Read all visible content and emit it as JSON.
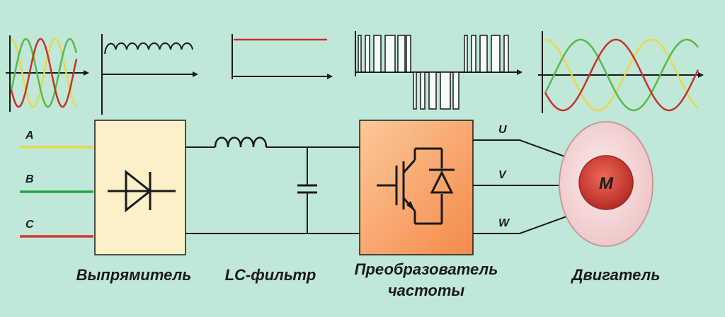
{
  "inputs": {
    "phase_a": {
      "label": "A",
      "color": "#e8d84a"
    },
    "phase_b": {
      "label": "B",
      "color": "#22a845"
    },
    "phase_c": {
      "label": "C",
      "color": "#d8322a"
    }
  },
  "outputs": {
    "u": {
      "label": "U"
    },
    "v": {
      "label": "V"
    },
    "w": {
      "label": "W"
    }
  },
  "motor": {
    "label": "M"
  },
  "blocks": {
    "rectifier": {
      "caption": "Выпрямитель"
    },
    "filter": {
      "caption": "LC-фильтр"
    },
    "inverter": {
      "caption_line1": "Преобразователь",
      "caption_line2": "частоты"
    },
    "motor": {
      "caption": "Двигатель"
    }
  },
  "colors": {
    "background": "#bfe8d8",
    "block_fill": "#fbf0c8",
    "inverter_fill": "#f8a870",
    "wire": "#1a1a1a",
    "wave_red": "#c8302a",
    "wave_yellow": "#e8d84a",
    "wave_green": "#5ab84a",
    "motor_outer": "#f4d8d8",
    "motor_inner": "#d8403a"
  }
}
